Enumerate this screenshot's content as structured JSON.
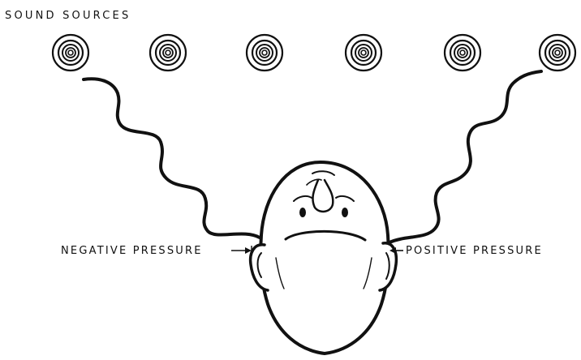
{
  "diagram": {
    "title": "SOUND SOURCES",
    "left_ear_label": "NEGATIVE PRESSURE",
    "right_ear_label": "POSITIVE PRESSURE",
    "source_count": 6,
    "ink_color": "#111111",
    "background_color": "#ffffff"
  }
}
